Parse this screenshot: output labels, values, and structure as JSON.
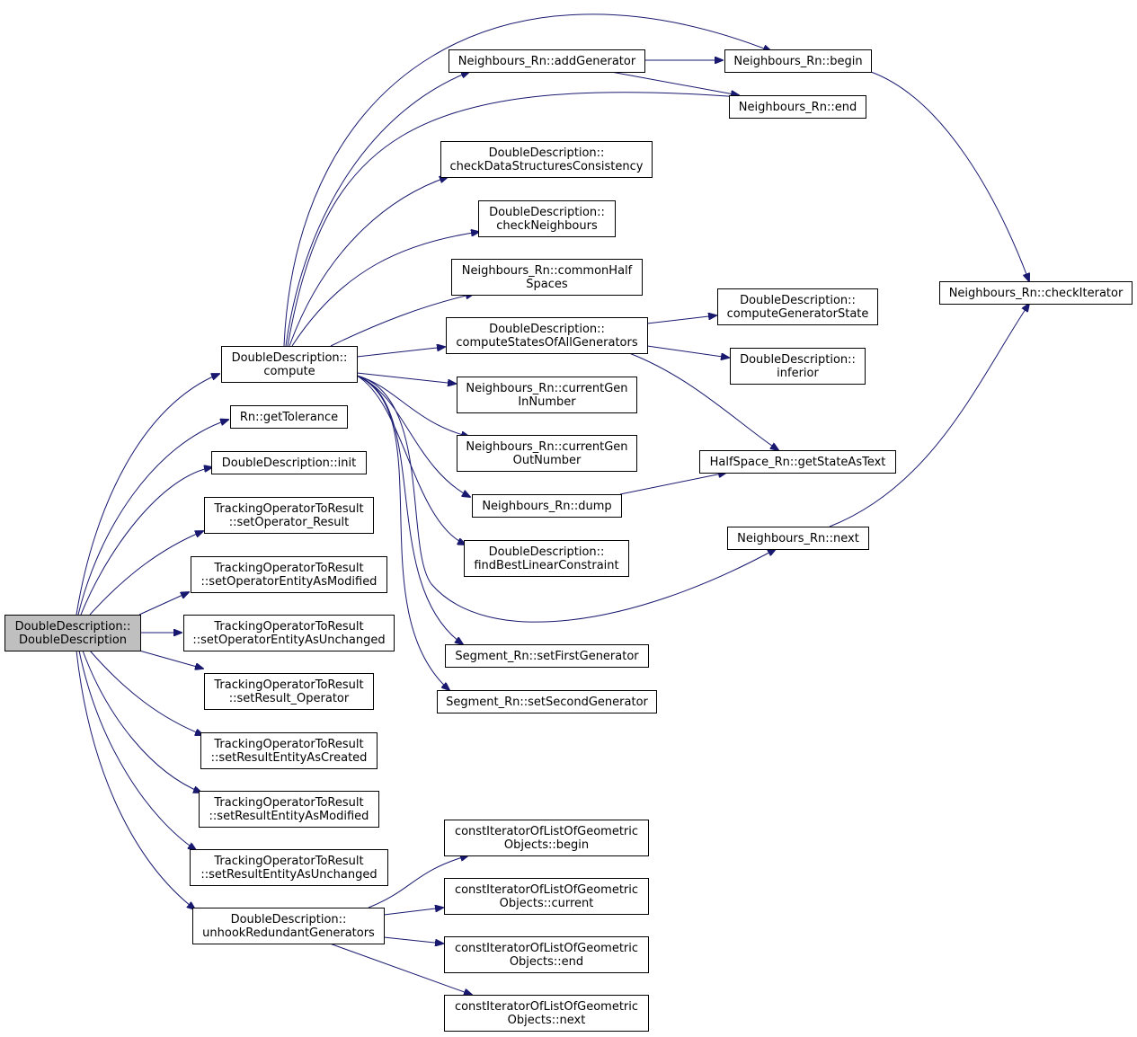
{
  "nodes": [
    {
      "id": "root",
      "lines": [
        "DoubleDescription::",
        "DoubleDescription"
      ],
      "root": true
    },
    {
      "id": "compute",
      "lines": [
        "DoubleDescription::",
        "compute"
      ]
    },
    {
      "id": "getTolerance",
      "lines": [
        "Rn::getTolerance"
      ]
    },
    {
      "id": "init",
      "lines": [
        "DoubleDescription::init"
      ]
    },
    {
      "id": "setOperator_Result",
      "lines": [
        "TrackingOperatorToResult",
        "::setOperator_Result"
      ]
    },
    {
      "id": "setOperatorEntityAsModified",
      "lines": [
        "TrackingOperatorToResult",
        "::setOperatorEntityAsModified"
      ]
    },
    {
      "id": "setOperatorEntityAsUnchanged",
      "lines": [
        "TrackingOperatorToResult",
        "::setOperatorEntityAsUnchanged"
      ]
    },
    {
      "id": "setResult_Operator",
      "lines": [
        "TrackingOperatorToResult",
        "::setResult_Operator"
      ]
    },
    {
      "id": "setResultEntityAsCreated",
      "lines": [
        "TrackingOperatorToResult",
        "::setResultEntityAsCreated"
      ]
    },
    {
      "id": "setResultEntityAsModified",
      "lines": [
        "TrackingOperatorToResult",
        "::setResultEntityAsModified"
      ]
    },
    {
      "id": "setResultEntityAsUnchanged",
      "lines": [
        "TrackingOperatorToResult",
        "::setResultEntityAsUnchanged"
      ]
    },
    {
      "id": "unhookRedundantGenerators",
      "lines": [
        "DoubleDescription::",
        "unhookRedundantGenerators"
      ]
    },
    {
      "id": "addGenerator",
      "lines": [
        "Neighbours_Rn::addGenerator"
      ]
    },
    {
      "id": "checkDataStructuresConsistency",
      "lines": [
        "DoubleDescription::",
        "checkDataStructuresConsistency"
      ]
    },
    {
      "id": "checkNeighbours",
      "lines": [
        "DoubleDescription::",
        "checkNeighbours"
      ]
    },
    {
      "id": "commonHalfSpaces",
      "lines": [
        "Neighbours_Rn::commonHalf",
        "Spaces"
      ]
    },
    {
      "id": "computeStatesOfAllGenerators",
      "lines": [
        "DoubleDescription::",
        "computeStatesOfAllGenerators"
      ]
    },
    {
      "id": "currentGenInNumber",
      "lines": [
        "Neighbours_Rn::currentGen",
        "InNumber"
      ]
    },
    {
      "id": "currentGenOutNumber",
      "lines": [
        "Neighbours_Rn::currentGen",
        "OutNumber"
      ]
    },
    {
      "id": "dump",
      "lines": [
        "Neighbours_Rn::dump"
      ]
    },
    {
      "id": "findBestLinearConstraint",
      "lines": [
        "DoubleDescription::",
        "findBestLinearConstraint"
      ]
    },
    {
      "id": "setFirstGenerator",
      "lines": [
        "Segment_Rn::setFirstGenerator"
      ]
    },
    {
      "id": "setSecondGenerator",
      "lines": [
        "Segment_Rn::setSecondGenerator"
      ]
    },
    {
      "id": "cilBegin",
      "lines": [
        "constIteratorOfListOfGeometric",
        "Objects::begin"
      ]
    },
    {
      "id": "cilCurrent",
      "lines": [
        "constIteratorOfListOfGeometric",
        "Objects::current"
      ]
    },
    {
      "id": "cilEnd",
      "lines": [
        "constIteratorOfListOfGeometric",
        "Objects::end"
      ]
    },
    {
      "id": "cilNext",
      "lines": [
        "constIteratorOfListOfGeometric",
        "Objects::next"
      ]
    },
    {
      "id": "nbBegin",
      "lines": [
        "Neighbours_Rn::begin"
      ]
    },
    {
      "id": "nbEnd",
      "lines": [
        "Neighbours_Rn::end"
      ]
    },
    {
      "id": "computeGeneratorState",
      "lines": [
        "DoubleDescription::",
        "computeGeneratorState"
      ]
    },
    {
      "id": "inferior",
      "lines": [
        "DoubleDescription::",
        "inferior"
      ]
    },
    {
      "id": "getStateAsText",
      "lines": [
        "HalfSpace_Rn::getStateAsText"
      ]
    },
    {
      "id": "nbNext",
      "lines": [
        "Neighbours_Rn::next"
      ]
    },
    {
      "id": "checkIterator",
      "lines": [
        "Neighbours_Rn::checkIterator"
      ]
    }
  ],
  "edges": [
    [
      "root",
      "compute"
    ],
    [
      "root",
      "getTolerance"
    ],
    [
      "root",
      "init"
    ],
    [
      "root",
      "setOperator_Result"
    ],
    [
      "root",
      "setOperatorEntityAsModified"
    ],
    [
      "root",
      "setOperatorEntityAsUnchanged"
    ],
    [
      "root",
      "setResult_Operator"
    ],
    [
      "root",
      "setResultEntityAsCreated"
    ],
    [
      "root",
      "setResultEntityAsModified"
    ],
    [
      "root",
      "setResultEntityAsUnchanged"
    ],
    [
      "root",
      "unhookRedundantGenerators"
    ],
    [
      "compute",
      "addGenerator"
    ],
    [
      "compute",
      "nbBegin"
    ],
    [
      "compute",
      "nbEnd"
    ],
    [
      "compute",
      "checkDataStructuresConsistency"
    ],
    [
      "compute",
      "checkNeighbours"
    ],
    [
      "compute",
      "commonHalfSpaces"
    ],
    [
      "compute",
      "computeStatesOfAllGenerators"
    ],
    [
      "compute",
      "currentGenInNumber"
    ],
    [
      "compute",
      "currentGenOutNumber"
    ],
    [
      "compute",
      "dump"
    ],
    [
      "compute",
      "findBestLinearConstraint"
    ],
    [
      "compute",
      "nbNext"
    ],
    [
      "compute",
      "setFirstGenerator"
    ],
    [
      "compute",
      "setSecondGenerator"
    ],
    [
      "addGenerator",
      "nbBegin"
    ],
    [
      "addGenerator",
      "nbEnd"
    ],
    [
      "nbBegin",
      "checkIterator"
    ],
    [
      "computeStatesOfAllGenerators",
      "computeGeneratorState"
    ],
    [
      "computeStatesOfAllGenerators",
      "inferior"
    ],
    [
      "computeStatesOfAllGenerators",
      "getStateAsText"
    ],
    [
      "dump",
      "getStateAsText"
    ],
    [
      "nbNext",
      "checkIterator"
    ],
    [
      "unhookRedundantGenerators",
      "cilBegin"
    ],
    [
      "unhookRedundantGenerators",
      "cilCurrent"
    ],
    [
      "unhookRedundantGenerators",
      "cilEnd"
    ],
    [
      "unhookRedundantGenerators",
      "cilNext"
    ]
  ],
  "colors": {
    "edge": "#191970",
    "root_fill": "#bfbfbf",
    "node_border": "#000000"
  }
}
